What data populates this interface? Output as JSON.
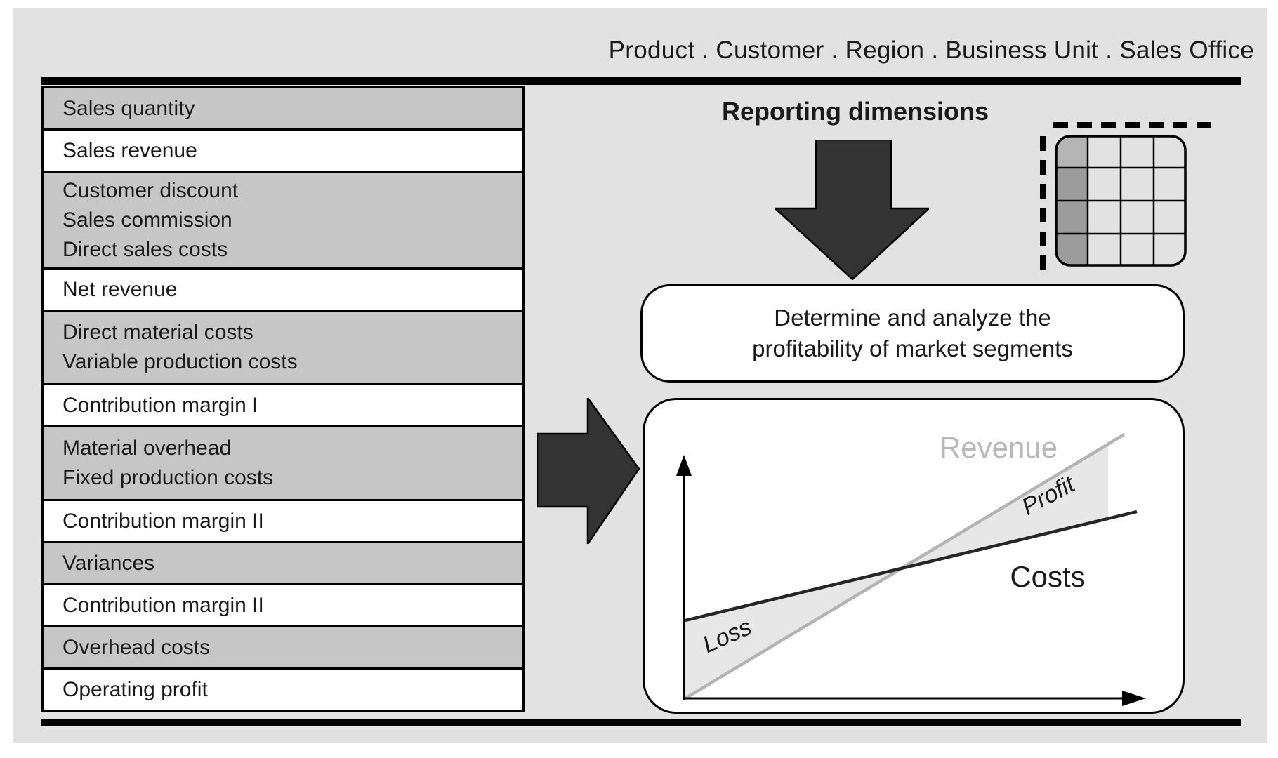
{
  "header": {
    "dimensions_path": "Product . Customer . Region . Business Unit . Sales Office"
  },
  "margin_table": {
    "rows": [
      {
        "lines": [
          "Sales quantity"
        ],
        "shaded": true
      },
      {
        "lines": [
          "Sales revenue"
        ],
        "shaded": false
      },
      {
        "lines": [
          "Customer discount",
          "Sales commission",
          "Direct sales costs"
        ],
        "shaded": true
      },
      {
        "lines": [
          "Net revenue"
        ],
        "shaded": false
      },
      {
        "lines": [
          "Direct material costs",
          "Variable production costs"
        ],
        "shaded": true
      },
      {
        "lines": [
          "Contribution margin I"
        ],
        "shaded": false
      },
      {
        "lines": [
          "Material overhead",
          "Fixed production costs"
        ],
        "shaded": true
      },
      {
        "lines": [
          "Contribution margin II"
        ],
        "shaded": false
      },
      {
        "lines": [
          "Variances"
        ],
        "shaded": true
      },
      {
        "lines": [
          "Contribution margin II"
        ],
        "shaded": false
      },
      {
        "lines": [
          "Overhead costs"
        ],
        "shaded": true
      },
      {
        "lines": [
          "Operating profit"
        ],
        "shaded": false
      }
    ]
  },
  "reporting": {
    "heading": "Reporting dimensions",
    "callout_line1": "Determine and analyze the",
    "callout_line2": "profitability of market segments"
  },
  "break_even_chart": {
    "labels": {
      "revenue": "Revenue",
      "costs": "Costs",
      "profit": "Profit",
      "loss": "Loss"
    }
  },
  "colors": {
    "panel_bg": "#e2e2e2",
    "shaded_row": "#c6c6c6",
    "arrow_fill": "#333333",
    "revenue_line": "#b3b3b3",
    "area_shade": "#e7e7e7",
    "matrix_cell_dark": "#9c9c9c",
    "matrix_cell_light": "#b5b5b5",
    "border": "#000000"
  }
}
